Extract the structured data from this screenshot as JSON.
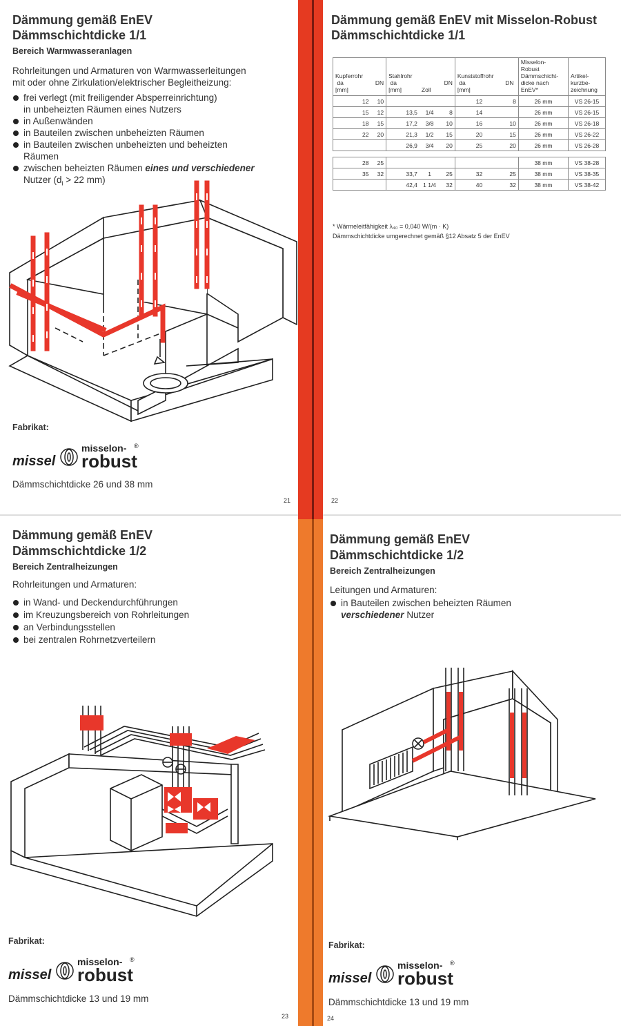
{
  "colors": {
    "red_pipe": "#e8372b",
    "stripe_top": "#e53a21",
    "stripe_bottom": "#ee7a2c",
    "text": "#2a2a2a"
  },
  "page21": {
    "title1": "Dämmung gemäß EnEV",
    "title2": "Dämmschichtdicke 1/1",
    "subtitle": "Bereich Warmwasseranlagen",
    "intro1": "Rohrleitungen und Armaturen von Warmwasserleitungen",
    "intro2": "mit oder ohne Zirkulation/elektrischer Begleitheizung:",
    "b1a": "frei verlegt (mit freiligender Absperreinrichtung)",
    "b1b": "in unbeheizten Räumen eines Nutzers",
    "b2": "in Außenwänden",
    "b3": "in Bauteilen zwischen unbeheizten Räumen",
    "b4a": "in Bauteilen zwischen unbeheizten und beheizten",
    "b4b": "Räumen",
    "b5a": "zwischen beheizten Räumen ",
    "b5a_em": "eines und verschiedener",
    "b5b_pre": "Nutzer (d",
    "b5b_sub": "i",
    "b5b_post": " > 22 mm)",
    "fabrikat": "Fabrikat:",
    "dicke": "Dämmschichtdicke 26 und 38 mm",
    "page_no": "21"
  },
  "page22": {
    "title1": "Dämmung gemäß EnEV mit Misselon-Robust",
    "title2": "Dämmschichtdicke 1/1",
    "header": {
      "kupfer": "Kupferrohr",
      "da": "da",
      "dn": "DN",
      "mm": "[mm]",
      "stahl": "Stahlrohr",
      "zoll": "Zoll",
      "kunst": "Kunststoffrohr",
      "miss1": "Misselon-",
      "miss2": "Robust",
      "miss3": "Dämmschicht-",
      "miss4": "dicke nach",
      "miss5": "EnEV*",
      "art1": "Artikel-",
      "art2": "kurzbe-",
      "art3": "zeichnung"
    },
    "rows1": [
      [
        "12",
        "10",
        "",
        "",
        "",
        "12",
        "8",
        "26 mm",
        "VS 26-15"
      ],
      [
        "15",
        "12",
        "13,5",
        "1/4",
        "8",
        "14",
        "",
        "26 mm",
        "VS 26-15"
      ],
      [
        "18",
        "15",
        "17,2",
        "3/8",
        "10",
        "16",
        "10",
        "26 mm",
        "VS 26-18"
      ],
      [
        "22",
        "20",
        "21,3",
        "1/2",
        "15",
        "20",
        "15",
        "26 mm",
        "VS 26-22"
      ],
      [
        "",
        "",
        "26,9",
        "3/4",
        "20",
        "25",
        "20",
        "26 mm",
        "VS 26-28"
      ]
    ],
    "rows2": [
      [
        "28",
        "25",
        "",
        "",
        "",
        "",
        "",
        "38 mm",
        "VS 38-28"
      ],
      [
        "35",
        "32",
        "33,7",
        "1",
        "25",
        "32",
        "25",
        "38 mm",
        "VS 38-35"
      ],
      [
        "",
        "",
        "42,4",
        "1 1/4",
        "32",
        "40",
        "32",
        "38 mm",
        "VS 38-42"
      ]
    ],
    "foot1": "* Wärmeleitfähigkeit λ₄₀ = 0,040 W/(m · K)",
    "foot2": "Dämmschichtdicke umgerechnet gemäß §12 Absatz 5 der EnEV",
    "page_no": "22"
  },
  "page23": {
    "title1": "Dämmung gemäß EnEV",
    "title2": "Dämmschichtdicke 1/2",
    "subtitle": "Bereich Zentralheizungen",
    "intro": "Rohrleitungen und Armaturen:",
    "b1": "in Wand- und Deckendurchführungen",
    "b2": "im Kreuzungsbereich von Rohrleitungen",
    "b3": "an Verbindungsstellen",
    "b4": "bei zentralen Rohrnetzverteilern",
    "fabrikat": "Fabrikat:",
    "dicke": "Dämmschichtdicke 13 und 19 mm",
    "page_no": "23"
  },
  "page24": {
    "title1": "Dämmung gemäß EnEV",
    "title2": "Dämmschichtdicke 1/2",
    "subtitle": "Bereich Zentralheizungen",
    "intro": "Leitungen und Armaturen:",
    "b1a": "in Bauteilen zwischen beheizten Räumen",
    "b1b_em": "verschiedener",
    "b1b_post": " Nutzer",
    "fabrikat": "Fabrikat:",
    "dicke": "Dämmschichtdicke 13 und 19 mm",
    "page_no": "24"
  },
  "logo": {
    "brand": "missel",
    "product1": "misselon-",
    "reg": "®",
    "product2": "robust"
  }
}
